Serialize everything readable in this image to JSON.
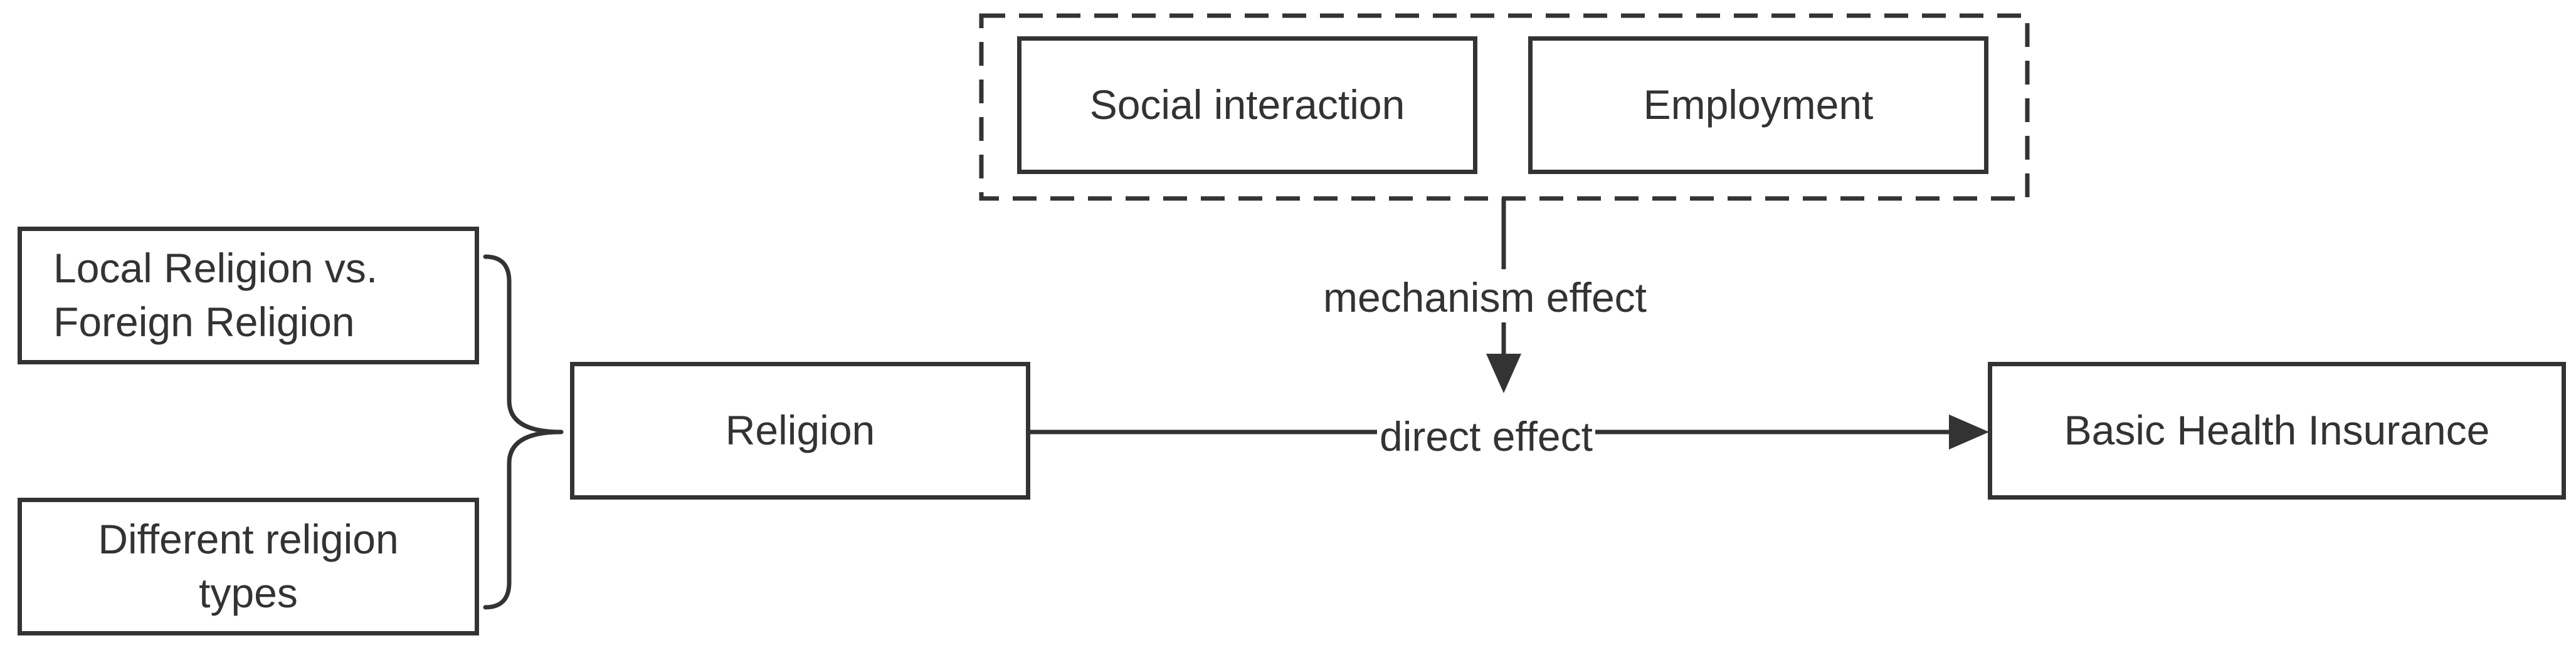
{
  "diagram": {
    "nodes": {
      "local_vs_foreign": "Local Religion vs.\nForeign Religion",
      "different_types": "Different religion\ntypes",
      "religion": "Religion",
      "social_interaction": "Social interaction",
      "employment": "Employment",
      "basic_health_insurance": "Basic Health Insurance"
    },
    "edges": {
      "mechanism_label": "mechanism effect",
      "direct_label": "direct effect"
    },
    "colors": {
      "stroke": "#333333",
      "text": "#333333",
      "background": "#ffffff"
    }
  }
}
